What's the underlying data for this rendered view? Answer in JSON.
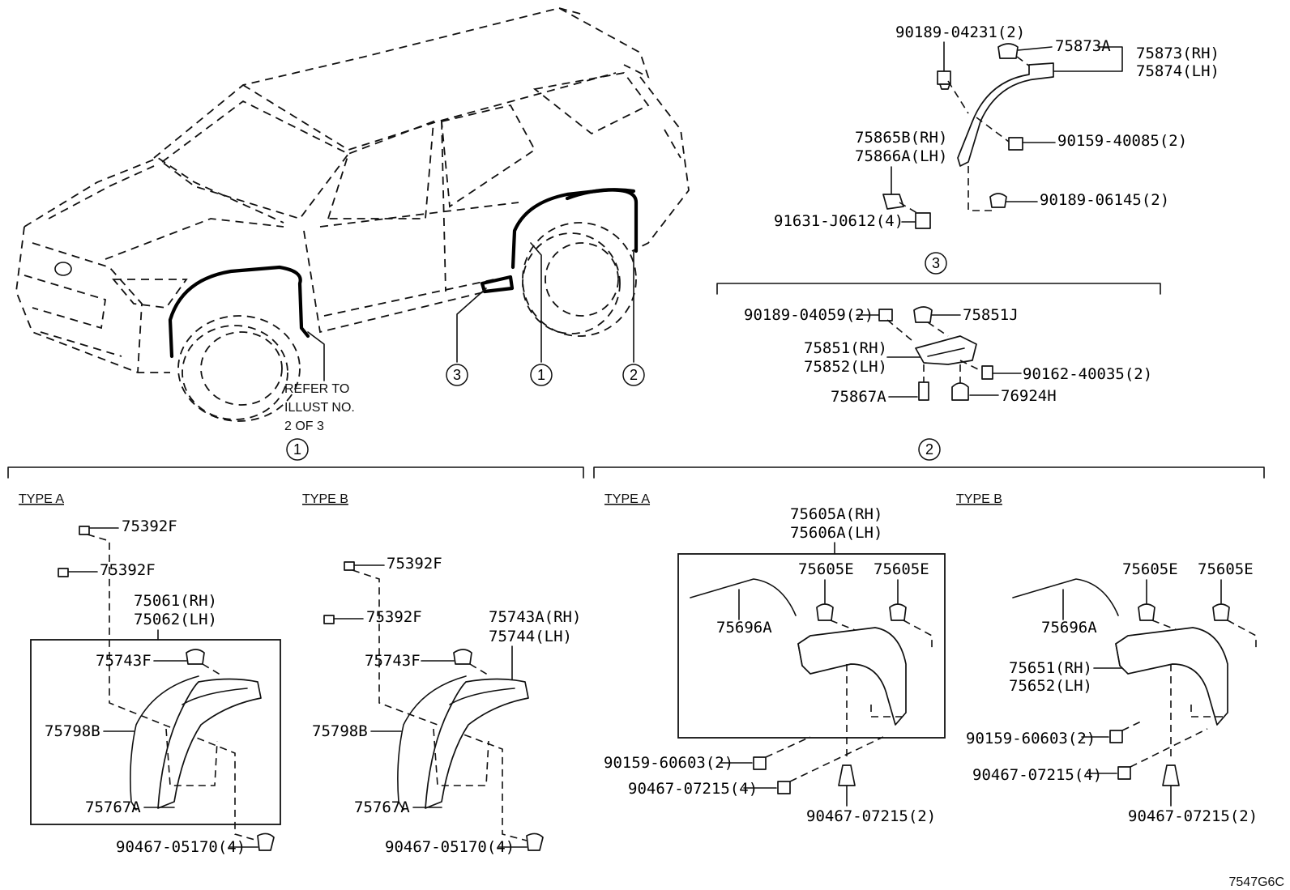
{
  "callouts": [
    "1",
    "2",
    "3"
  ],
  "note": {
    "line1": "REFER TO",
    "line2": "ILLUST NO.",
    "line3": "2 OF 3"
  },
  "types": {
    "type_a": "TYPE A",
    "type_b": "TYPE B"
  },
  "section3": {
    "p90189_04231": "90189-04231(2)",
    "p75873A": "75873A",
    "p75873": "75873(RH)",
    "p75874": "75874(LH)",
    "p75865B": "75865B(RH)",
    "p75866A": "75866A(LH)",
    "p90159_40085": "90159-40085(2)",
    "p90189_06145": "90189-06145(2)",
    "p91631": "91631-J0612(4)"
  },
  "section2_top": {
    "p90189_04059": "90189-04059(2)",
    "p75851J": "75851J",
    "p75851": "75851(RH)",
    "p75852": "75852(LH)",
    "p90162": "90162-40035(2)",
    "p75867A": "75867A",
    "p76924H": "76924H"
  },
  "section1": {
    "a_75392F_1": "75392F",
    "a_75392F_2": "75392F",
    "a_75061": "75061(RH)",
    "a_75062": "75062(LH)",
    "a_75743F": "75743F",
    "a_75798B": "75798B",
    "a_75767A": "75767A",
    "a_90467": "90467-05170(4)",
    "b_75392F_1": "75392F",
    "b_75392F_2": "75392F",
    "b_75743A": "75743A(RH)",
    "b_75744": "75744(LH)",
    "b_75743F": "75743F",
    "b_75798B": "75798B",
    "b_75767A": "75767A",
    "b_90467": "90467-05170(4)"
  },
  "section2": {
    "a_75605A": "75605A(RH)",
    "a_75606A": "75606A(LH)",
    "a_75605E_1": "75605E",
    "a_75605E_2": "75605E",
    "a_75696A": "75696A",
    "a_90159": "90159-60603(2)",
    "a_90467_4": "90467-07215(4)",
    "a_90467_2": "90467-07215(2)",
    "b_75605E_1": "75605E",
    "b_75605E_2": "75605E",
    "b_75696A": "75696A",
    "b_75651": "75651(RH)",
    "b_75652": "75652(LH)",
    "b_90159": "90159-60603(2)",
    "b_90467_4": "90467-07215(4)",
    "b_90467_2": "90467-07215(2)"
  },
  "illustration_code": "7547G6C"
}
